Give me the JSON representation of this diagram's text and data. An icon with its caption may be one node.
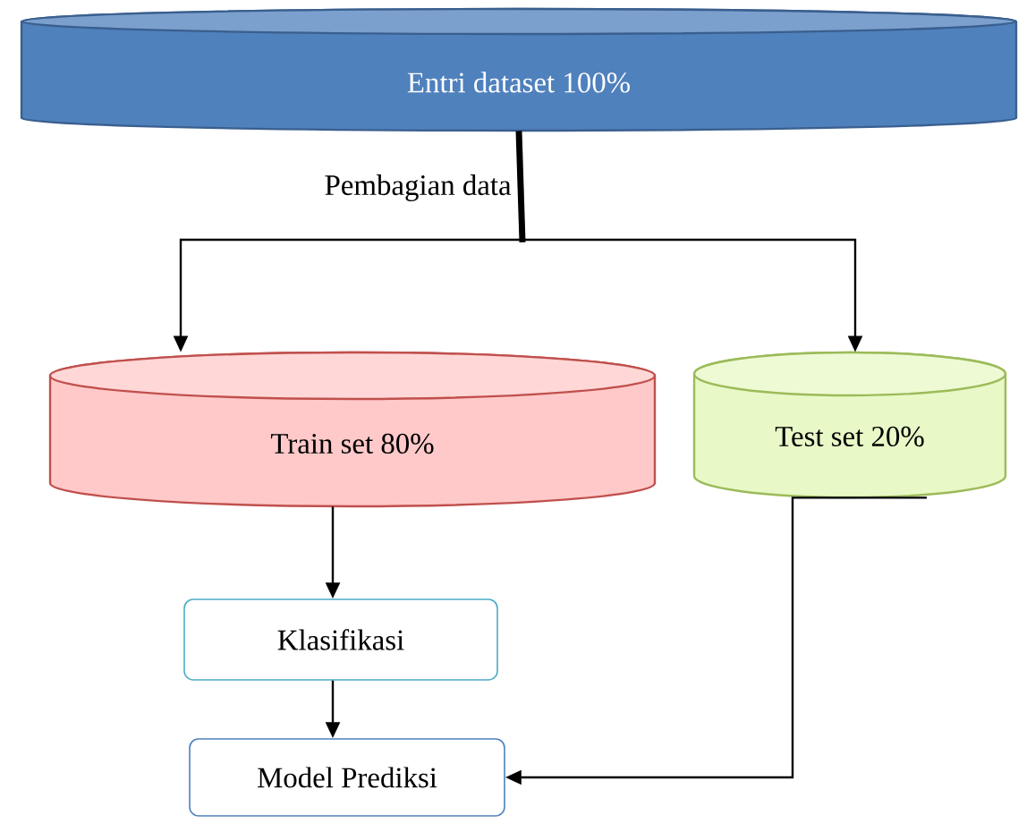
{
  "diagram": {
    "nodes": [
      {
        "text": [
          "Entri dataset 100%"
        ]
      },
      {
        "text": [
          "Train set 80%"
        ]
      },
      {
        "text": [
          "Test set 20%"
        ]
      },
      {
        "text": [
          "Klasifikasi"
        ]
      },
      {
        "text": [
          "Model Prediksi"
        ]
      }
    ],
    "edges": [
      {
        "from": 0,
        "to": 1,
        "arrow": "to",
        "label": "Pembagian data"
      },
      {
        "from": 0,
        "to": 2,
        "arrow": "to"
      },
      {
        "from": 1,
        "to": 3,
        "arrow": "to"
      },
      {
        "from": 3,
        "to": 4,
        "arrow": "to"
      },
      {
        "from": 2,
        "to": 4,
        "arrow": "to"
      }
    ]
  }
}
